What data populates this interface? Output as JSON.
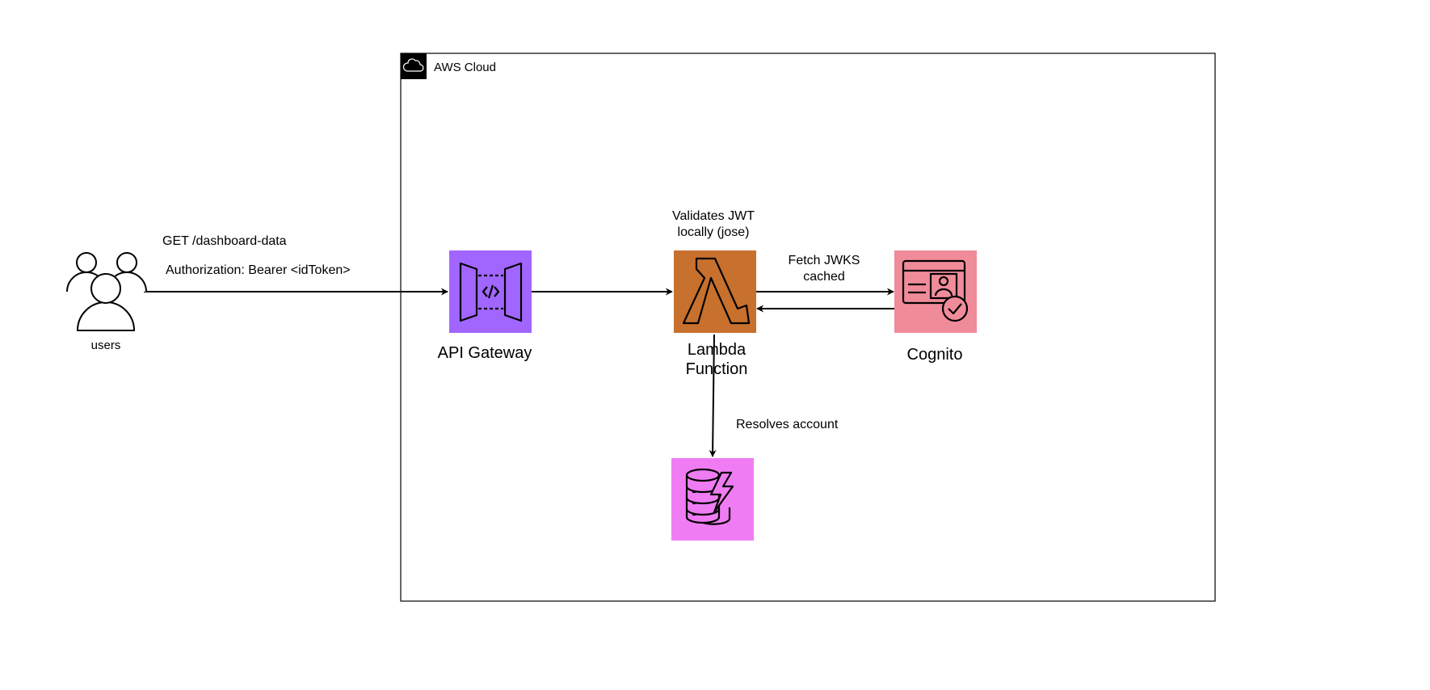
{
  "cloud": {
    "label": "AWS Cloud"
  },
  "users": {
    "label": "users"
  },
  "request": {
    "line1": "GET /dashboard-data",
    "line2": "Authorization: Bearer <idToken>"
  },
  "api_gateway": {
    "label": "API Gateway",
    "color": "#A166FF"
  },
  "lambda": {
    "label_line1": "Lambda",
    "label_line2": "Function",
    "note_line1": "Validates JWT",
    "note_line2": "locally (jose)",
    "color": "#C8702E"
  },
  "cognito": {
    "label": "Cognito",
    "edge_line1": "Fetch JWKS",
    "edge_line2": "cached",
    "color": "#F08B9A"
  },
  "dynamodb": {
    "edge_label": "Resolves account",
    "color": "#F07CF3"
  },
  "icons": {
    "cloud": "cloud-icon",
    "users": "users-icon",
    "api_gateway": "api-gateway-icon",
    "lambda": "lambda-icon",
    "cognito": "cognito-icon",
    "dynamodb": "dynamodb-icon"
  }
}
